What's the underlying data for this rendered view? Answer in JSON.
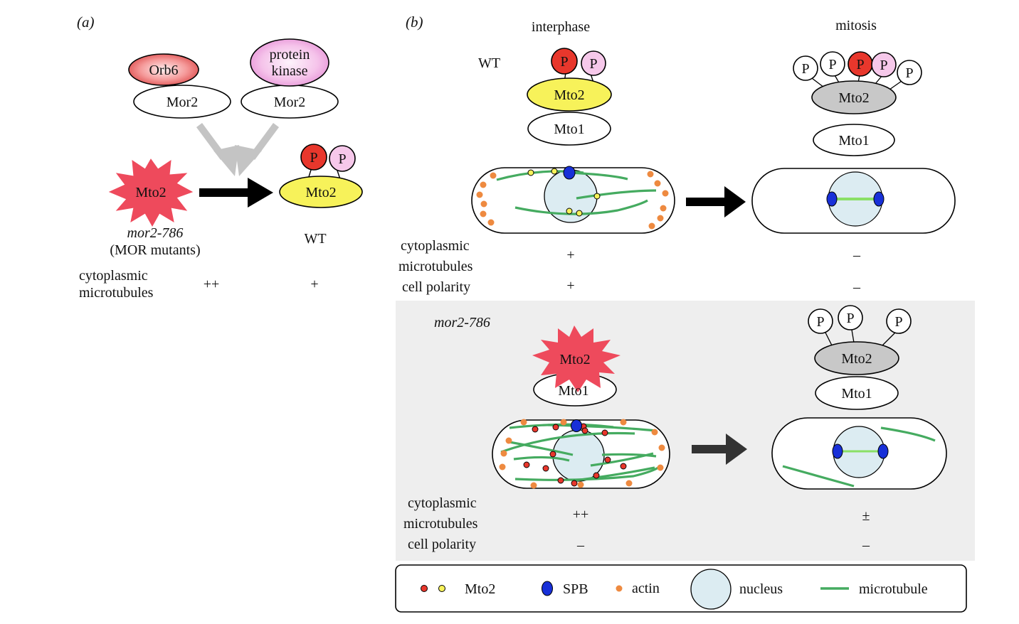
{
  "panel_a": {
    "label": "(a)",
    "orb6": "Orb6",
    "mor2_left": "Mor2",
    "protein_kinase_l1": "protein",
    "protein_kinase_l2": "kinase",
    "mor2_right": "Mor2",
    "mto2_star": "Mto2",
    "mto2_wt": "Mto2",
    "p_red": "P",
    "p_pink": "P",
    "mutant_name": "mor2-786",
    "mutant_sub": "(MOR mutants)",
    "wt_label": "WT",
    "row_label_l1": "cytoplasmic",
    "row_label_l2": "microtubules",
    "mutant_value": "++",
    "wt_value": "+"
  },
  "panel_b": {
    "label": "(b)",
    "col_interphase": "interphase",
    "col_mitosis": "mitosis",
    "wt": {
      "label": "WT",
      "interphase": {
        "p1": "P",
        "p2": "P",
        "mto2": "Mto2",
        "mto1": "Mto1"
      },
      "mitosis": {
        "p1": "P",
        "p2": "P",
        "p3": "P",
        "p4": "P",
        "p5": "P",
        "mto2": "Mto2",
        "mto1": "Mto1"
      },
      "rows": [
        {
          "label_l1": "cytoplasmic",
          "label_l2": "microtubules",
          "interphase": "+",
          "mitosis": "–"
        },
        {
          "label_l1": "cell polarity",
          "label_l2": "",
          "interphase": "+",
          "mitosis": "–"
        }
      ]
    },
    "mutant": {
      "label": "mor2-786",
      "interphase": {
        "mto2": "Mto2",
        "mto1": "Mto1"
      },
      "mitosis": {
        "p1": "P",
        "p2": "P",
        "p3": "P",
        "mto2": "Mto2",
        "mto1": "Mto1"
      },
      "rows": [
        {
          "label_l1": "cytoplasmic",
          "label_l2": "microtubules",
          "interphase": "++",
          "mitosis": "±"
        },
        {
          "label_l1": "cell polarity",
          "label_l2": "",
          "interphase": "–",
          "mitosis": "–"
        }
      ]
    }
  },
  "legend": {
    "mto2": "Mto2",
    "spb": "SPB",
    "actin": "actin",
    "nucleus": "nucleus",
    "microtubule": "microtubule"
  },
  "colors": {
    "phospho_red": "#e8372c",
    "phospho_pink": "#f6c8ea",
    "mto2_yellow": "#f7f25a",
    "mto2_gray": "#c8c8c8",
    "star_red": "#ee4a5c",
    "orb6_red": "#e05555",
    "kinase_pink": "#f0a8de",
    "microtubule_green": "#45ab60",
    "spb_blue": "#1830d8",
    "actin_orange": "#ee8a40",
    "nucleus_fill": "#dcecf2",
    "mutant_bg": "#eeeeee",
    "arrow_gray": "#c4c4c4"
  }
}
